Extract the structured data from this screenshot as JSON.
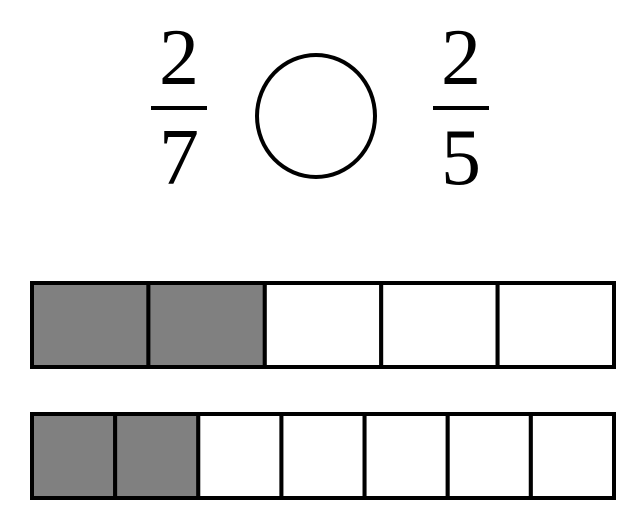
{
  "left_fraction": {
    "numerator": "2",
    "denominator": "7"
  },
  "right_fraction": {
    "numerator": "2",
    "denominator": "5"
  },
  "comparison_symbol": "",
  "bars": [
    {
      "name": "fifths-bar",
      "parts": 5,
      "shaded": 2
    },
    {
      "name": "sevenths-bar",
      "parts": 7,
      "shaded": 2
    }
  ],
  "colors": {
    "shaded": "#808080",
    "empty": "#ffffff",
    "stroke": "#000000"
  }
}
